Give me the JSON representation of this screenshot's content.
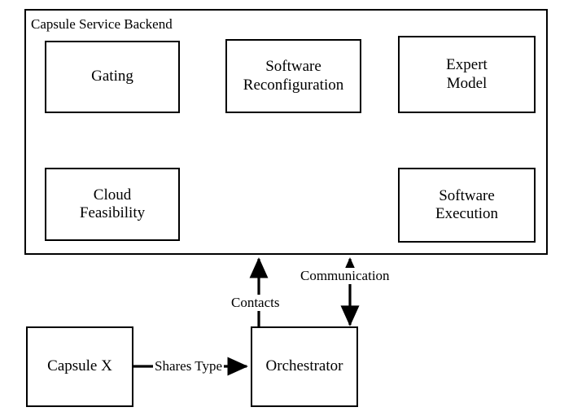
{
  "diagram": {
    "title": "Capsule Service Backend",
    "background_color": "#ffffff",
    "line_color": "#000000",
    "container": {
      "label": "Capsule Service Backend"
    },
    "nodes": [
      {
        "id": "gating",
        "label": "Gating"
      },
      {
        "id": "software-reconfiguration",
        "label": "Software\nReconfiguration"
      },
      {
        "id": "expert-model",
        "label": "Expert\nModel"
      },
      {
        "id": "cloud-feasibility",
        "label": "Cloud\nFeasibility"
      },
      {
        "id": "software-execution",
        "label": "Software\nExecution"
      },
      {
        "id": "capsule-x",
        "label": "Capsule X"
      },
      {
        "id": "orchestrator",
        "label": "Orchestrator"
      }
    ],
    "edges": [
      {
        "id": "gating-to-reconfiguration",
        "from": "gating",
        "to": "software-reconfiguration",
        "label": "",
        "arrow": "single"
      },
      {
        "id": "reconfiguration-to-expert-model",
        "from": "software-reconfiguration",
        "to": "expert-model",
        "label": "",
        "arrow": "single"
      },
      {
        "id": "expert-model-to-software-execution",
        "from": "expert-model",
        "to": "software-execution",
        "label": "",
        "arrow": "single"
      },
      {
        "id": "cloud-feasibility-to-gating",
        "from": "cloud-feasibility",
        "to": "gating",
        "label": "",
        "arrow": "single"
      },
      {
        "id": "orchestrator-to-backend-contacts",
        "from": "orchestrator",
        "to": "container",
        "label": "Contacts",
        "arrow": "single"
      },
      {
        "id": "orchestrator-backend-communication",
        "from": "orchestrator",
        "to": "container",
        "label": "Communication",
        "arrow": "double"
      },
      {
        "id": "capsule-x-to-orchestrator",
        "from": "capsule-x",
        "to": "orchestrator",
        "label": "Shares Type",
        "arrow": "single"
      }
    ],
    "edge_labels": {
      "contacts": "Contacts",
      "communication": "Communication",
      "shares_type": "Shares Type"
    }
  }
}
